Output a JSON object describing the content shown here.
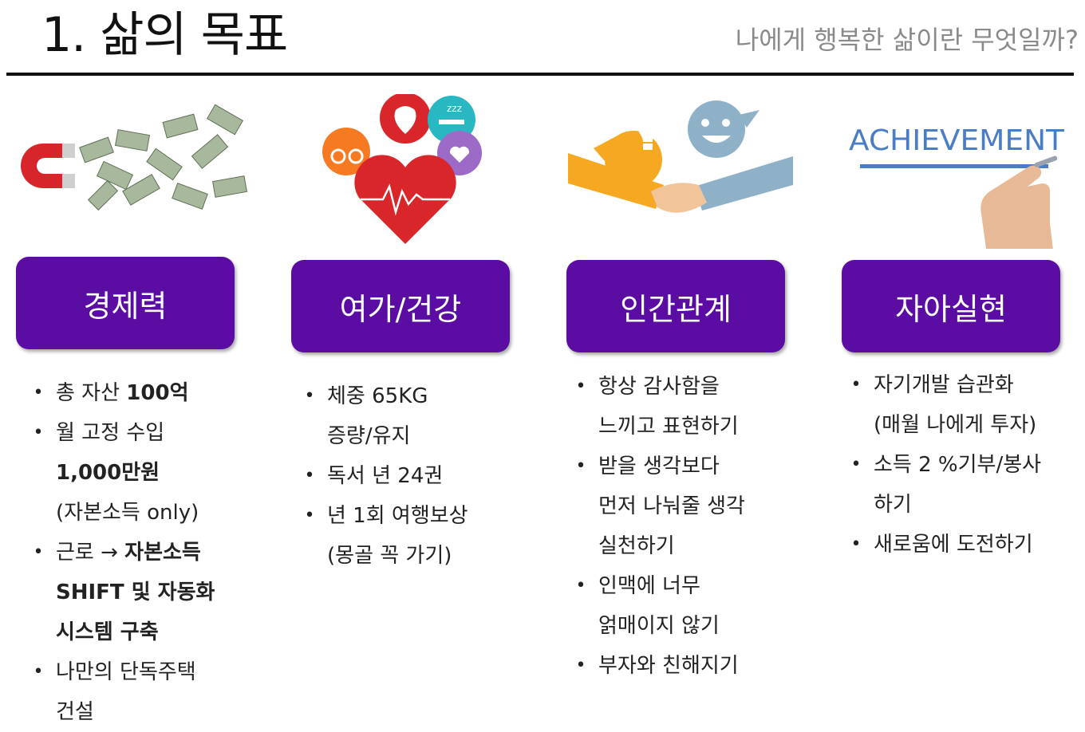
{
  "header": {
    "title": "1. 삶의 목표",
    "subtitle": "나에게 행복한 삶이란 무엇일까?"
  },
  "columns": [
    {
      "label": "경제력",
      "image": "magnet-money-icon",
      "items": [
        {
          "lines": [
            [
              {
                "t": "총 자산 "
              },
              {
                "t": "100억",
                "b": true
              }
            ]
          ]
        },
        {
          "lines": [
            [
              {
                "t": "월 고정 수입"
              }
            ],
            [
              {
                "t": "1,000만원",
                "b": true
              }
            ],
            [
              {
                "t": "(자본소득 only)"
              }
            ]
          ]
        },
        {
          "lines": [
            [
              {
                "t": "근로 → "
              },
              {
                "t": "자본소득",
                "b": true
              }
            ],
            [
              {
                "t": "SHIFT 및 자동화",
                "b": true
              }
            ],
            [
              {
                "t": "시스템 구축",
                "b": true
              }
            ]
          ]
        },
        {
          "lines": [
            [
              {
                "t": "나만의 단독주택"
              }
            ],
            [
              {
                "t": "건설"
              }
            ]
          ]
        }
      ]
    },
    {
      "label": "여가/건강",
      "image": "health-heart-icon",
      "items": [
        {
          "lines": [
            [
              {
                "t": "체중 65KG"
              }
            ],
            [
              {
                "t": "증량/유지"
              }
            ]
          ]
        },
        {
          "lines": [
            [
              {
                "t": "독서 년 24권"
              }
            ]
          ]
        },
        {
          "lines": [
            [
              {
                "t": "년 1회 여행보상"
              }
            ],
            [
              {
                "t": "(몽골 꼭 가기)"
              }
            ]
          ]
        }
      ]
    },
    {
      "label": "인간관계",
      "image": "handshake-icon",
      "items": [
        {
          "lines": [
            [
              {
                "t": "항상 감사함을"
              }
            ],
            [
              {
                "t": "느끼고 표현하기"
              }
            ]
          ]
        },
        {
          "lines": [
            [
              {
                "t": "받을 생각보다"
              }
            ],
            [
              {
                "t": "먼저 나눠줄 생각"
              }
            ],
            [
              {
                "t": "실천하기"
              }
            ]
          ]
        },
        {
          "lines": [
            [
              {
                "t": "인맥에 너무"
              }
            ],
            [
              {
                "t": "얽매이지 않기"
              }
            ]
          ]
        },
        {
          "lines": [
            [
              {
                "t": "부자와 친해지기"
              }
            ]
          ]
        }
      ]
    },
    {
      "label": "자아실현",
      "image": "achievement-hand-icon",
      "image_text": "ACHIEVEMENT",
      "items": [
        {
          "lines": [
            [
              {
                "t": "자기개발 습관화"
              }
            ],
            [
              {
                "t": "(매월 나에게 투자)"
              }
            ]
          ]
        },
        {
          "lines": [
            [
              {
                "t": "소득 2 %기부/봉사"
              }
            ],
            [
              {
                "t": "하기"
              }
            ]
          ]
        },
        {
          "lines": [
            [
              {
                "t": "새로움에 도전하기"
              }
            ]
          ]
        }
      ]
    }
  ],
  "bullet": "•",
  "colors": {
    "box": "#5a0ca3",
    "rule": "#111111",
    "subtitle": "#8a8a8a"
  }
}
